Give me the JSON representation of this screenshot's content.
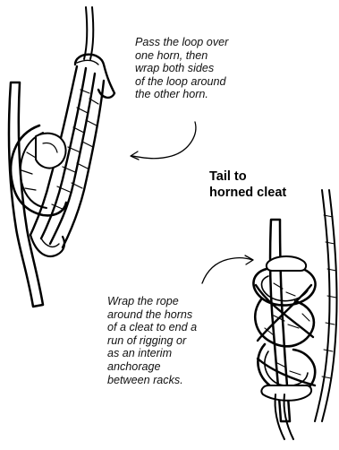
{
  "captions": {
    "top": "Pass the loop over\none horn, then\nwrap both sides\nof the loop around\nthe other horn.",
    "bottom": "Wrap the rope\naround the horns\nof a cleat to end a\nrun of rigging or\nas an interim\nanchorage\nbetween racks."
  },
  "heading": "Tail to\nhorned cleat",
  "colors": {
    "ink": "#000000",
    "paper": "#ffffff"
  }
}
